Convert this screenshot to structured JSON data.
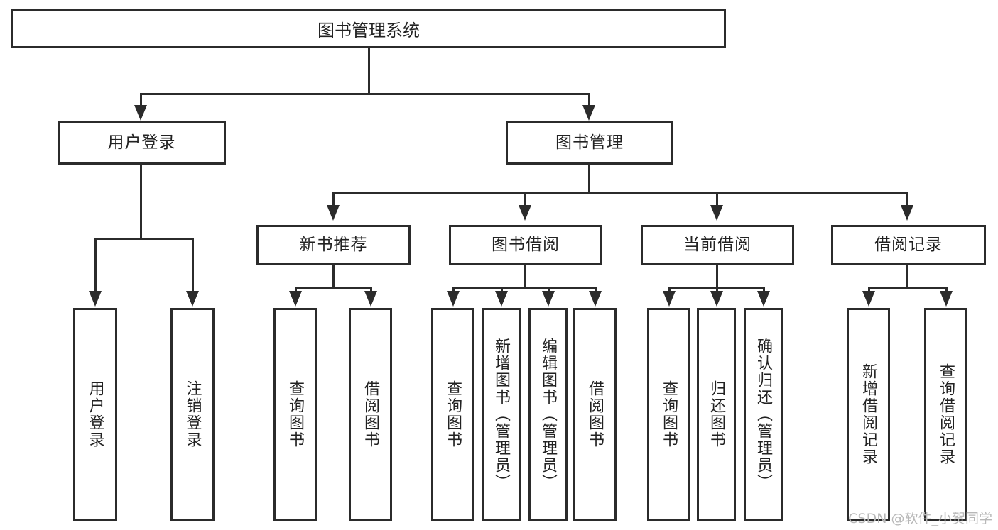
{
  "diagram": {
    "title": "图书管理系统",
    "type": "hierarchy-tree",
    "watermark": "CSDN @软件_小贺同学",
    "colors": {
      "stroke": "#2b2b2b",
      "fill": "#ffffff",
      "text": "#222222",
      "watermark": "#b8b8b8"
    },
    "root": {
      "label": "图书管理系统"
    },
    "level2": [
      {
        "id": "user-login",
        "label": "用户登录"
      },
      {
        "id": "book-management",
        "label": "图书管理"
      }
    ],
    "level3": [
      {
        "id": "new-book-recommend",
        "label": "新书推荐"
      },
      {
        "id": "book-borrow",
        "label": "图书借阅"
      },
      {
        "id": "current-borrow",
        "label": "当前借阅"
      },
      {
        "id": "borrow-record",
        "label": "借阅记录"
      }
    ],
    "leaves": {
      "user_login": [
        {
          "id": "leaf-user-login",
          "label": "用户登录"
        },
        {
          "id": "leaf-logout",
          "label": "注销登录"
        }
      ],
      "new_book_recommend": [
        {
          "id": "leaf-query-book-1",
          "label": "查询图书"
        },
        {
          "id": "leaf-borrow-book-1",
          "label": "借阅图书"
        }
      ],
      "book_borrow": [
        {
          "id": "leaf-query-book-2",
          "label": "查询图书"
        },
        {
          "id": "leaf-add-book",
          "label": "新增图书（管理员）"
        },
        {
          "id": "leaf-edit-book",
          "label": "编辑图书（管理员）"
        },
        {
          "id": "leaf-borrow-book-2",
          "label": "借阅图书"
        }
      ],
      "current_borrow": [
        {
          "id": "leaf-query-book-3",
          "label": "查询图书"
        },
        {
          "id": "leaf-return-book",
          "label": "归还图书"
        },
        {
          "id": "leaf-confirm-return",
          "label": "确认归还（管理员）"
        }
      ],
      "borrow_record": [
        {
          "id": "leaf-add-record",
          "label": "新增借阅记录"
        },
        {
          "id": "leaf-query-record",
          "label": "查询借阅记录"
        }
      ]
    }
  }
}
